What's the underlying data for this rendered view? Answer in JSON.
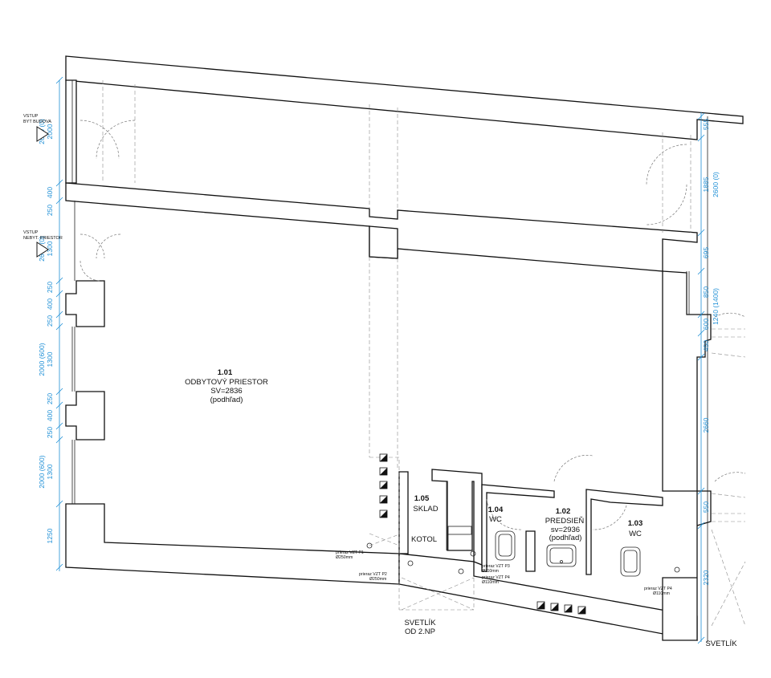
{
  "entrances": {
    "building": [
      "VSTUP",
      "BYT BUDOVA"
    ],
    "nonresidential": [
      "VSTUP",
      "NEBYT. PRIESTOR"
    ]
  },
  "rooms": {
    "r101": {
      "number": "1.01",
      "name": "ODBYTOVÝ PRIESTOR",
      "height": "SV=2836",
      "note": "(podhľad)"
    },
    "r102": {
      "number": "1.02",
      "name": "PREDSIEŇ",
      "height": "sv=2936",
      "note": "(podhľad)"
    },
    "r103": {
      "number": "1.03",
      "name": "WC"
    },
    "r104": {
      "number": "1.04",
      "name": "WC"
    },
    "r105": {
      "number": "1.05",
      "name": "SKLAD",
      "sub": "KOTOL"
    }
  },
  "skylights": {
    "bottom": [
      "SVETLÍK",
      "OD 2.NP"
    ],
    "right": "SVETLÍK"
  },
  "penetrations": {
    "p1": [
      "prieraz VZT P1",
      "Ø250mm"
    ],
    "p2": [
      "prieraz VZT P2",
      "Ø250mm"
    ],
    "p3": [
      "prieraz VZT P3",
      "Ø110mm"
    ],
    "p4": [
      "prieraz VZT P4",
      "Ø110mm"
    ],
    "p5": [
      "prieraz VZT P4",
      "Ø110mm"
    ]
  },
  "dimensions": {
    "left": [
      "2000",
      "2600 (0)",
      "400",
      "250",
      "1300",
      "2600 (0)",
      "250",
      "400",
      "250",
      "1300",
      "2000 (600)",
      "250",
      "400",
      "250",
      "1300",
      "2000 (600)",
      "1250"
    ],
    "right": [
      "555",
      "1885",
      "2600 (0)",
      "695",
      "850",
      "1240 (1400)",
      "600",
      "450",
      "2660",
      "550",
      "2320"
    ]
  },
  "colors": {
    "dimension": "#1e8fd6",
    "wall": "#111111",
    "background": "#ffffff"
  }
}
